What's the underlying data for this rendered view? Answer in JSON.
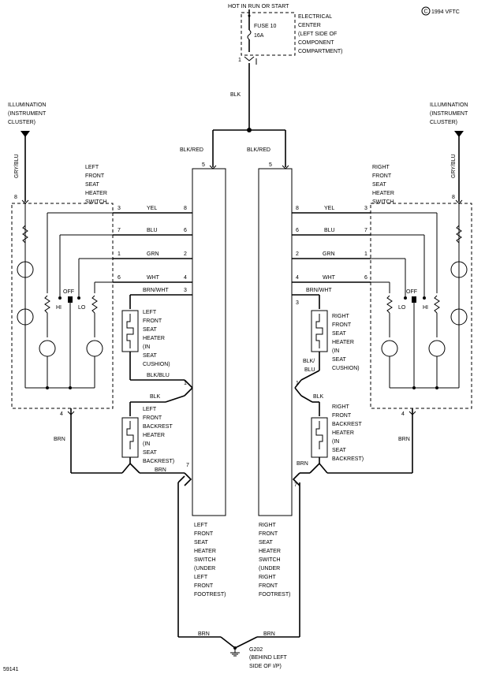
{
  "header": {
    "hot_label": "HOT IN RUN OR START",
    "copyright": "1994 VFTC",
    "copyright_symbol": "C",
    "figure_id": "59141"
  },
  "fuse_block": {
    "fuse_name": "FUSE 10",
    "fuse_rating": "16A",
    "pin": "1",
    "desc": [
      "ELECTRICAL",
      "CENTER",
      "(LEFT SIDE OF",
      "COMPONENT",
      "COMPARTMENT)"
    ]
  },
  "wires": {
    "blk": "BLK",
    "blk_red": "BLK/RED",
    "gry_blu": "GRY/BLU",
    "yel": "YEL",
    "blu": "BLU",
    "grn": "GRN",
    "wht": "WHT",
    "brn_wht": "BRN/WHT",
    "blk_blu": "BLK/BLU",
    "blk_blu_split": [
      "BLK/",
      "BLU"
    ],
    "brn": "BRN"
  },
  "illumination": [
    "ILLUMINATION",
    "(INSTRUMENT",
    "CLUSTER)"
  ],
  "left_switch_label": [
    "LEFT",
    "FRONT",
    "SEAT",
    "HEATER",
    "SWITCH"
  ],
  "right_switch_label": [
    "RIGHT",
    "FRONT",
    "SEAT",
    "HEATER",
    "SWITCH"
  ],
  "switch_positions": {
    "hi": "HI",
    "off": "OFF",
    "lo": "LO"
  },
  "left_seat_heater": [
    "LEFT",
    "FRONT",
    "SEAT",
    "HEATER",
    "(IN",
    "SEAT",
    "CUSHION)"
  ],
  "right_seat_heater": [
    "RIGHT",
    "FRONT",
    "SEAT",
    "HEATER",
    "(IN",
    "SEAT",
    "CUSHION)"
  ],
  "left_backrest_heater": [
    "LEFT",
    "FRONT",
    "BACKREST",
    "HEATER",
    "(IN",
    "SEAT",
    "BACKREST)"
  ],
  "right_backrest_heater": [
    "RIGHT",
    "FRONT",
    "BACKREST",
    "HEATER",
    "(IN",
    "SEAT",
    "BACKREST)"
  ],
  "left_module_label": [
    "LEFT",
    "FRONT",
    "SEAT",
    "HEATER",
    "SWITCH",
    "(UNDER",
    "LEFT",
    "FRONT",
    "FOOTREST)"
  ],
  "right_module_label": [
    "RIGHT",
    "FRONT",
    "SEAT",
    "HEATER",
    "SWITCH",
    "(UNDER",
    "RIGHT",
    "FRONT",
    "FOOTREST)"
  ],
  "ground": {
    "name": "G202",
    "desc": [
      "(BEHIND LEFT",
      "SIDE OF I/P)"
    ]
  },
  "pins": {
    "p1": "1",
    "p2": "2",
    "p3": "3",
    "p4": "4",
    "p5": "5",
    "p6": "6",
    "p7": "7",
    "p8": "8"
  }
}
